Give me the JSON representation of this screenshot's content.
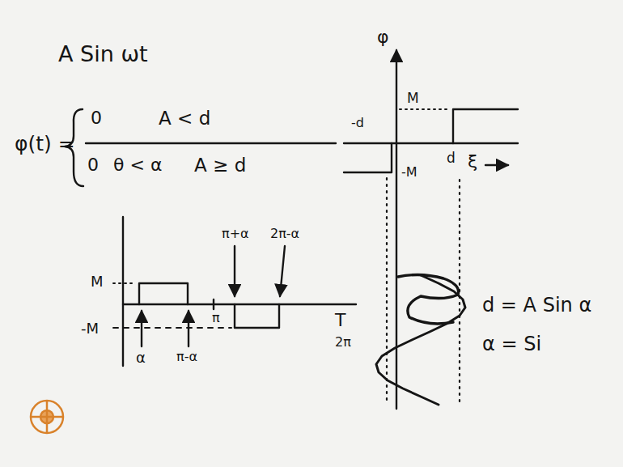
{
  "diagram": {
    "labels": [
      "A Sin ωt",
      "φ(t) =",
      "0",
      "A < d",
      "0",
      "θ < α",
      "A ≥ d",
      "φ",
      "M",
      "-d",
      "d",
      "-M",
      "ξ",
      "M",
      "-M",
      "α",
      "π-α",
      "π",
      "π+α",
      "2π-α",
      "T",
      "2π",
      "d = A Sin α",
      "α = Si"
    ]
  }
}
